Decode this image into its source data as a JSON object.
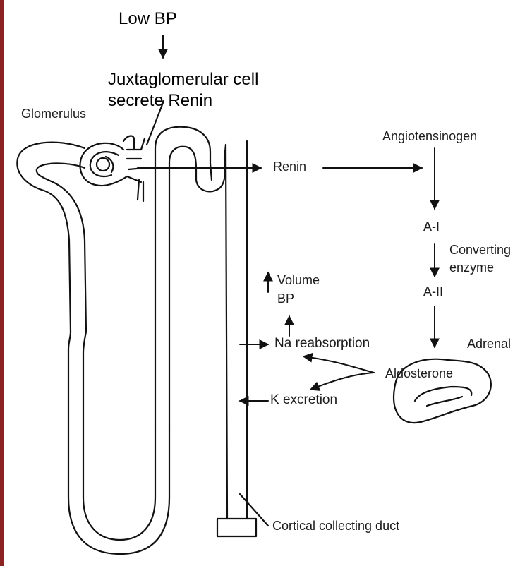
{
  "colors": {
    "edge_bar": "#8b2323",
    "ink": "#111111"
  },
  "trigger": {
    "label": "Low BP"
  },
  "juxta": {
    "line1": "Juxtaglomerular cell",
    "line2": "secrete Renin"
  },
  "nephron": {
    "glomerulus_label": "Glomerulus",
    "duct_label": "Cortical collecting duct"
  },
  "cascade": {
    "renin": "Renin",
    "angiotensinogen": "Angiotensinogen",
    "a1": "A-I",
    "enzyme_line1": "Converting",
    "enzyme_line2": "enzyme",
    "a2": "A-II",
    "adrenal": "Adrenal",
    "aldosterone": "Aldosterone"
  },
  "effects": {
    "volume": "Volume",
    "bp": "BP",
    "na": "Na reabsorption",
    "k": "K excretion"
  }
}
